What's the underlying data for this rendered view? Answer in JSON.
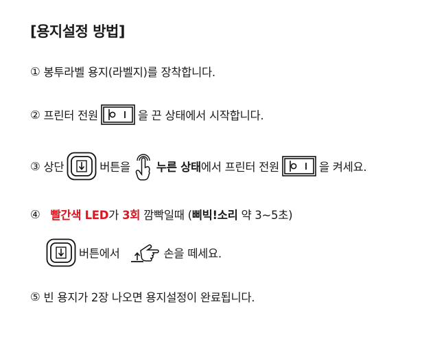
{
  "title": "[용지설정 방법]",
  "icons": {
    "power_switch": "power-switch-icon",
    "feed_button": "feed-button-icon",
    "press_hand": "press-hand-icon",
    "release_hand": "release-hand-icon"
  },
  "steps": {
    "s1": {
      "num": "①",
      "text": "봉투라벨 용지(라벨지)를 장착합니다."
    },
    "s2": {
      "num": "②",
      "pre": "프린터 전원",
      "post": "을 끈 상태에서 시작합니다."
    },
    "s3": {
      "num": "③",
      "pre": "상단",
      "mid": "버튼을",
      "bold": "누른 상태",
      "mid2": "에서 프린터 전원",
      "post": "을 켜세요."
    },
    "s4": {
      "num": "④",
      "red": "빨간색 LED",
      "t1": "가",
      "red2": "3회",
      "t2": "깜빡일때 (",
      "bold": "삐빅!소리",
      "t3": "약 3~5초)"
    },
    "s4b": {
      "pre": "버튼에서",
      "post": "손을 떼세요."
    },
    "s5": {
      "num": "⑤",
      "text": "빈 용지가 2장 나오면 용지설정이 완료됩니다."
    }
  },
  "colors": {
    "accent_red": "#e0141e",
    "text": "#1a1a1a"
  }
}
